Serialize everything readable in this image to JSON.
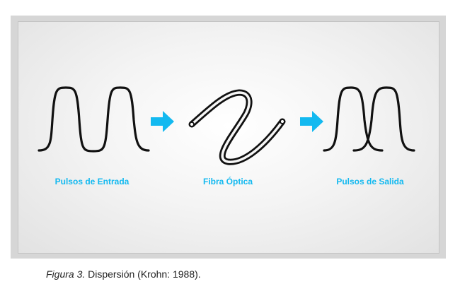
{
  "diagram": {
    "labels": {
      "input": "Pulsos de Entrada",
      "fiber": "Fibra Óptica",
      "output": "Pulsos de Salida"
    },
    "arrow_color": "#13b9f0",
    "icons": [
      "input-pulses",
      "right-arrow",
      "optical-fiber",
      "right-arrow",
      "output-pulses"
    ]
  },
  "caption": {
    "figure": "Figura 3.",
    "text": " Dispersión (Krohn: 1988)."
  }
}
